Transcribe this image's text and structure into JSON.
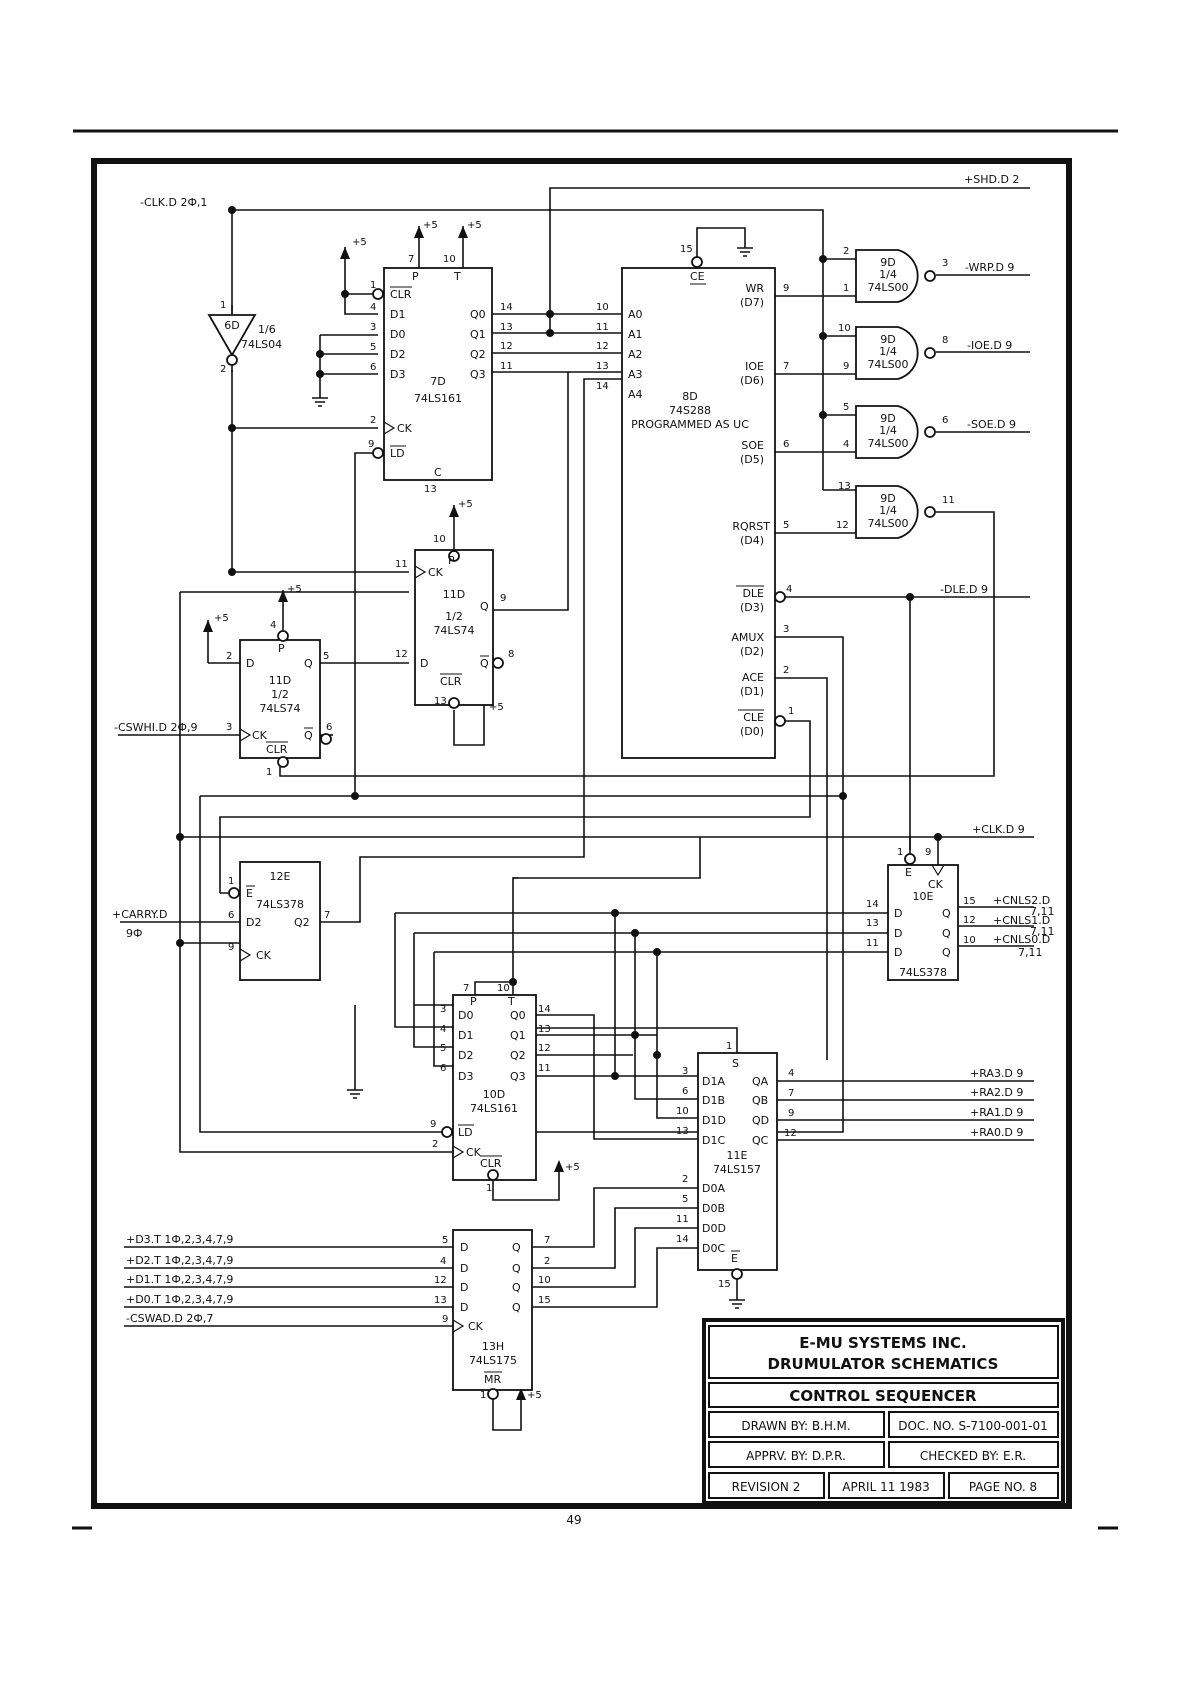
{
  "page_number": "49",
  "title_block": {
    "company": "E-MU SYSTEMS INC.",
    "product": "DRUMULATOR SCHEMATICS",
    "sheet_title": "CONTROL SEQUENCER",
    "drawn_by": "DRAWN BY: B.H.M.",
    "doc_no": "DOC. NO. S-7100-001-01",
    "approved_by": "APPRV. BY: D.P.R.",
    "checked_by": "CHECKED BY: E.R.",
    "revision": "REVISION 2",
    "date": "APRIL 11 1983",
    "page_no": "PAGE NO. 8"
  },
  "signals": {
    "clk_in": "-CLK.D 2Ф,1",
    "shd_out": "+SHD.D 2",
    "wrp_out": "-WRP.D 9",
    "ioe_out": "-IOE.D 9",
    "soe_out": "-SOE.D 9",
    "dle_out": "-DLE.D 9",
    "cswhi_in": "-CSWHI.D 2Ф,9",
    "clk_out": "+CLK.D 9",
    "carry_in": "+CARRY.D",
    "carry_ref": "9Ф",
    "cnls2": "+CNLS2.D",
    "cnls1": "+CNLS1.D",
    "cnls0": "+CNLS0.D",
    "cnls_ref": "7,11",
    "ra3": "+RA3.D 9",
    "ra2": "+RA2.D 9",
    "ra1": "+RA1.D 9",
    "ra0": "+RA0.D 9",
    "d3t": "+D3.T 1Ф,2,3,4,7,9",
    "d2t": "+D2.T 1Ф,2,3,4,7,9",
    "d1t": "+D1.T 1Ф,2,3,4,7,9",
    "d0t": "+D0.T 1Ф,2,3,4,7,9",
    "cswad": "-CSWAD.D 2Ф,7",
    "vcc": "+5"
  },
  "chips": {
    "u6d": {
      "ref": "6D",
      "part": "74LS04",
      "frac": "1/6"
    },
    "u7d": {
      "ref": "7D",
      "part": "74LS161"
    },
    "u8d": {
      "ref": "8D",
      "part": "74S288",
      "note": "PROGRAMMED AS UC"
    },
    "u9d": {
      "ref": "9D",
      "part": "74LS00",
      "frac": "1/4"
    },
    "u11d": {
      "ref": "11D",
      "part": "74LS74",
      "frac": "1/2"
    },
    "u12e": {
      "ref": "12E",
      "part": "74LS378"
    },
    "u10e": {
      "ref": "10E",
      "part": "74LS378"
    },
    "u10d": {
      "ref": "10D",
      "part": "74LS161"
    },
    "u11e": {
      "ref": "11E",
      "part": "74LS157"
    },
    "u13h": {
      "ref": "13H",
      "part": "74LS175"
    }
  },
  "pins": {
    "counter_left": [
      "CLR",
      "D1",
      "D0",
      "D2",
      "D3"
    ],
    "counter_right": [
      "Q0",
      "Q1",
      "Q2",
      "Q3"
    ],
    "rom_addr": [
      "A0",
      "A1",
      "A2",
      "A3",
      "A4"
    ],
    "rom_out": [
      "WR",
      "(D7)",
      "IOE",
      "(D6)",
      "SOE",
      "(D5)",
      "RQRST",
      "(D4)",
      "DLE",
      "(D3)",
      "AMUX",
      "(D2)",
      "ACE",
      "(D1)",
      "CLE",
      "(D0)"
    ],
    "mux_left": [
      "D1A",
      "D1B",
      "D1D",
      "D1C",
      "D0A",
      "D0B",
      "D0D",
      "D0C"
    ],
    "mux_right": [
      "QA",
      "QB",
      "QD",
      "QC"
    ],
    "misc": [
      "P",
      "T",
      "C",
      "CK",
      "LD",
      "CE",
      "D",
      "Q",
      "E",
      "S",
      "D2",
      "Q2",
      "MR"
    ]
  }
}
